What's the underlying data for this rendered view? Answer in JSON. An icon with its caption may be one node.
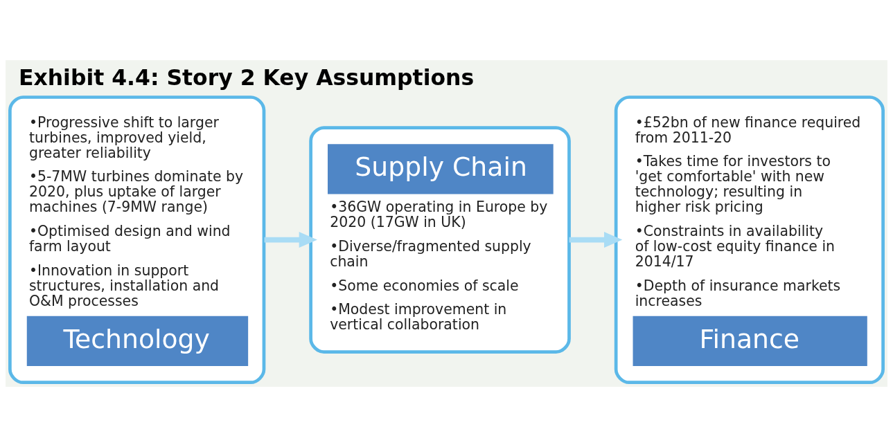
{
  "diagram": {
    "title": "Exhibit 4.4: Story 2 Key Assumptions",
    "nodes": [
      {
        "text": [
          "•Progressive shift to larger turbines, improved yield, greater reliability",
          "•5-7MW turbines dominate by 2020, plus uptake of larger machines (7-9MW range)",
          "•Optimised design and wind farm layout",
          "•Innovation in support structures, installation and O&M processes",
          "Technology"
        ]
      },
      {
        "text": [
          "Supply Chain",
          "•36GW operating in Europe by 2020 (17GW in UK)",
          "•Diverse/fragmented supply chain",
          "•Some economies of scale",
          "•Modest improvement in vertical collaboration"
        ]
      },
      {
        "text": [
          "•£52bn of new finance required from 2011-20",
          "•Takes time for investors to 'get comfortable' with new technology; resulting in higher risk pricing",
          "•Constraints in availability of low-cost equity finance in 2014/17",
          "•Depth of insurance markets increases",
          "Finance"
        ]
      }
    ],
    "edges": [
      {
        "from": 0,
        "to": 1,
        "arrow": "to"
      },
      {
        "from": 1,
        "to": 2,
        "arrow": "to"
      }
    ]
  }
}
